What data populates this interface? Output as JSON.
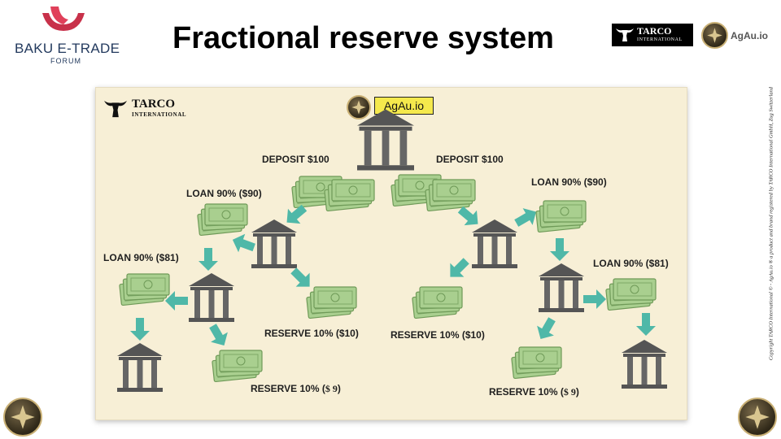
{
  "header": {
    "org_logo": {
      "name": "BAKU E-TRADE",
      "subtitle": "FORUM"
    },
    "title": "Fractional reserve system",
    "brand_tarco": {
      "name": "TARCO",
      "subtitle": "INTERNATIONAL"
    },
    "brand_agau": {
      "name": "AgAu.io"
    }
  },
  "side_note": "Copyright TARCO International © - AgAu.io ® a product and brand registered by TARCO International GmbH, Zug Switzerland",
  "panel": {
    "logo": {
      "name": "TARCO",
      "subtitle": "INTERNATIONAL"
    },
    "badge": "AgAu.io",
    "labels": {
      "deposit_left": "DEPOSIT $100",
      "deposit_right": "DEPOSIT $100",
      "loan_left_1": "LOAN 90% ($90)",
      "loan_right_1": "LOAN 90% ($90)",
      "loan_left_2": "LOAN 90% ($81)",
      "loan_right_2": "LOAN 90% ($81)",
      "reserve_left_1": "RESERVE 10% ($10)",
      "reserve_right_1": "RESERVE 10% ($10)",
      "reserve_left_2_prefix": "RESERVE 10% (",
      "reserve_left_2_value": "$ 9",
      "reserve_left_2_suffix": ")",
      "reserve_right_2_prefix": "RESERVE 10% (",
      "reserve_right_2_value": "$ 9",
      "reserve_right_2_suffix": ")"
    }
  },
  "colors": {
    "panel_bg": "#f7efd6",
    "money": "#a9cf8f",
    "arrow": "#4fb8a8",
    "bank": "#555555",
    "badge": "#f5e94c",
    "logo_red": "#c8314a"
  }
}
